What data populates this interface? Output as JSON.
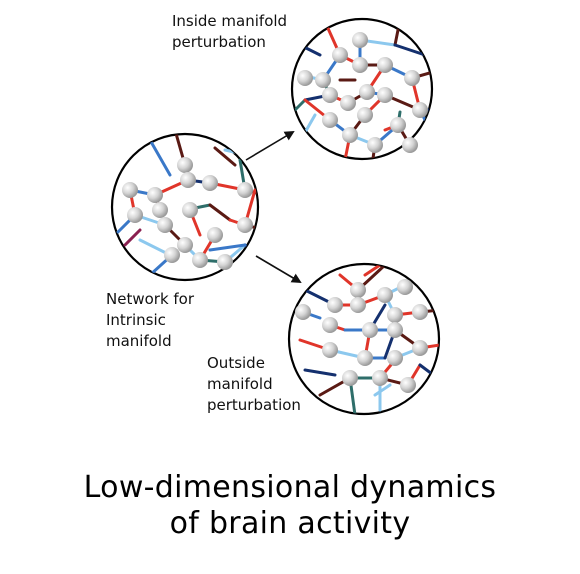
{
  "labels": {
    "inside": "Inside manifold\nperturbation",
    "network": "Network for\nIntrinsic\nmanifold",
    "outside": "Outside\nmanifold\nperturbation"
  },
  "caption": "Low-dimensional dynamics\nof brain activity",
  "colors": {
    "dark_red": "#5a1a14",
    "red": "#e0352a",
    "light_blue": "#8cc8ee",
    "mid_blue": "#3a78c8",
    "navy": "#14306e",
    "teal": "#2e6e6a",
    "magenta": "#8a2050",
    "node": "#d8d8d8"
  },
  "icons": [
    "arrow-icon"
  ]
}
